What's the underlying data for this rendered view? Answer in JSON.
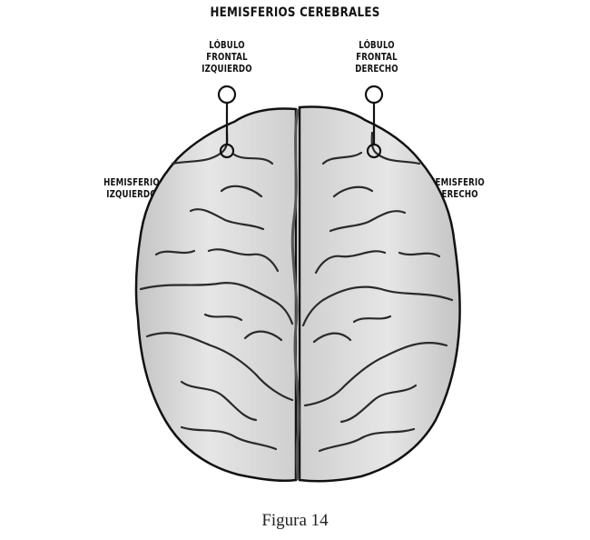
{
  "title": "HEMISFERIOS CEREBRALES",
  "labels": {
    "left_frontal": [
      "LÓBULO",
      "FRONTAL",
      "IZQUIERDO"
    ],
    "right_frontal": [
      "LÓBULO",
      "FRONTAL",
      "DERECHO"
    ],
    "left_hemisphere": [
      "HEMISFERIO",
      "IZQUIERDO"
    ],
    "right_hemisphere": [
      "HEMISFERIO",
      "DERECHO"
    ]
  },
  "caption": "Figura 14"
}
